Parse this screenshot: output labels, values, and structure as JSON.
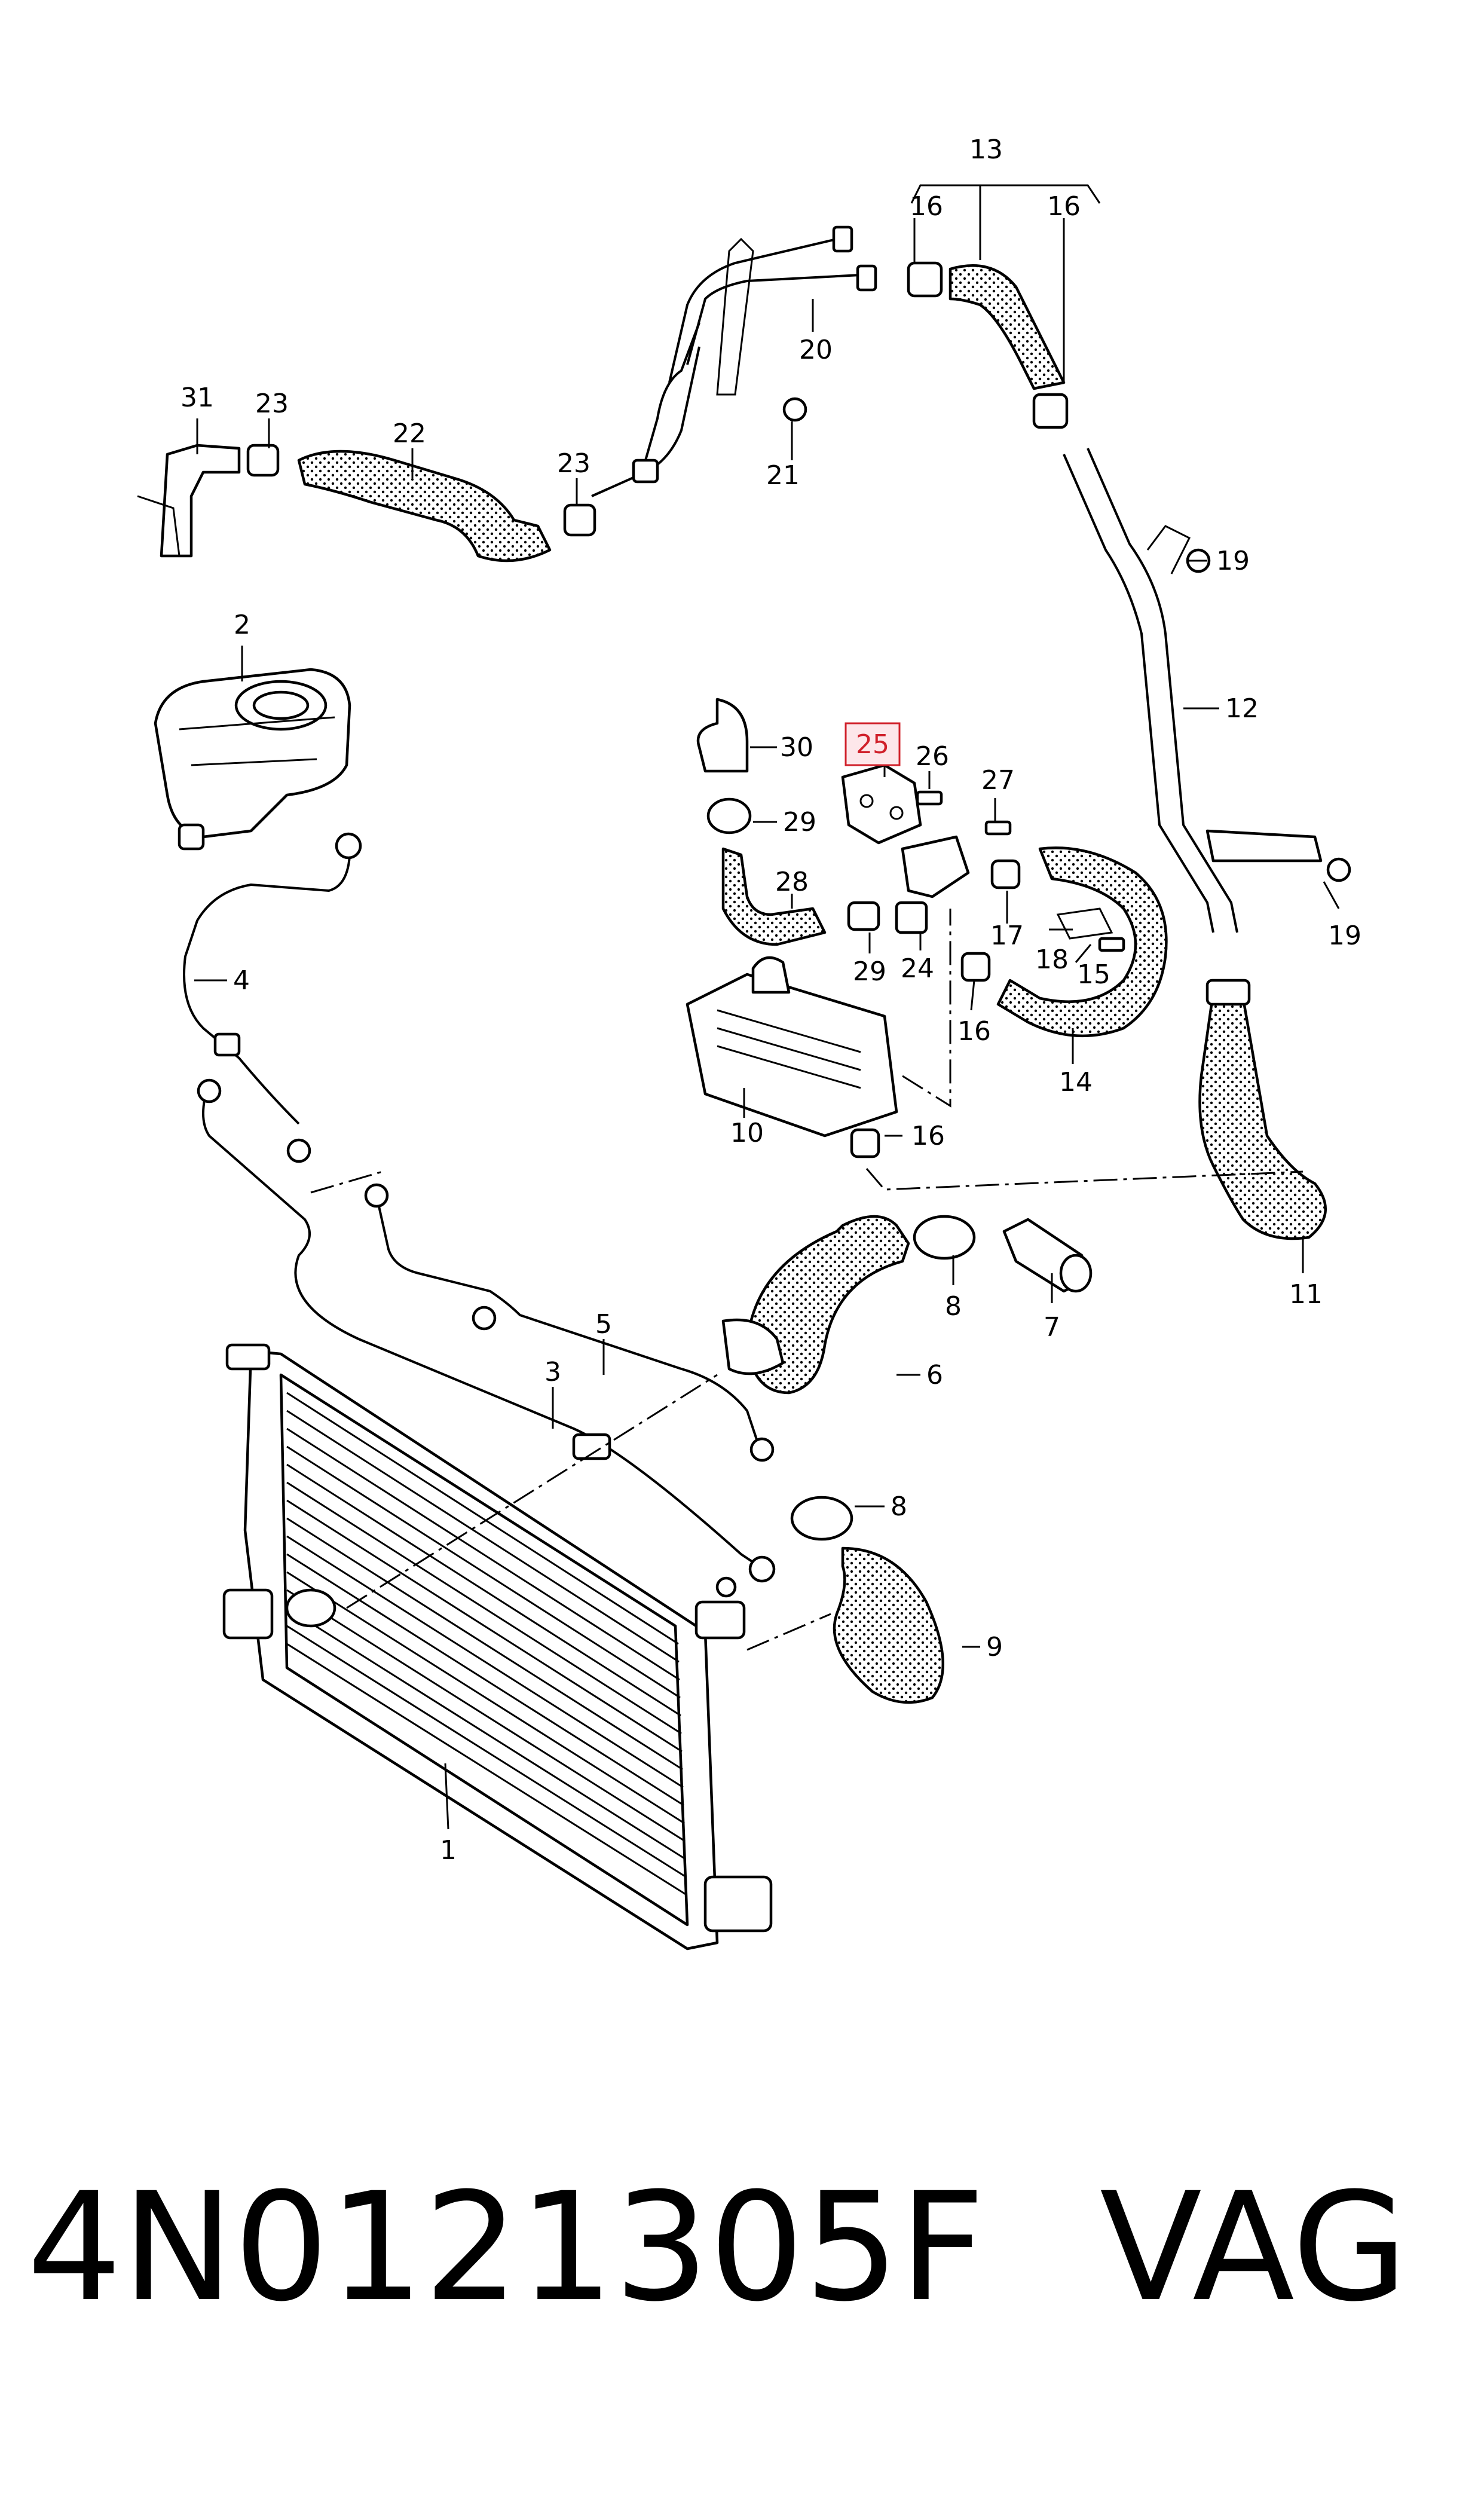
{
  "diagram": {
    "callouts": [
      {
        "id": "c1",
        "label": "1"
      },
      {
        "id": "c2",
        "label": "2"
      },
      {
        "id": "c3",
        "label": "3"
      },
      {
        "id": "c4",
        "label": "4"
      },
      {
        "id": "c5",
        "label": "5"
      },
      {
        "id": "c6",
        "label": "6"
      },
      {
        "id": "c7",
        "label": "7"
      },
      {
        "id": "c8a",
        "label": "8"
      },
      {
        "id": "c8b",
        "label": "8"
      },
      {
        "id": "c9",
        "label": "9"
      },
      {
        "id": "c10",
        "label": "10"
      },
      {
        "id": "c11",
        "label": "11"
      },
      {
        "id": "c12",
        "label": "12"
      },
      {
        "id": "c13",
        "label": "13"
      },
      {
        "id": "c14",
        "label": "14"
      },
      {
        "id": "c15",
        "label": "15"
      },
      {
        "id": "c16a",
        "label": "16"
      },
      {
        "id": "c16b",
        "label": "16"
      },
      {
        "id": "c16c",
        "label": "16"
      },
      {
        "id": "c16d",
        "label": "16"
      },
      {
        "id": "c17",
        "label": "17"
      },
      {
        "id": "c18",
        "label": "18"
      },
      {
        "id": "c19a",
        "label": "19"
      },
      {
        "id": "c19b",
        "label": "19"
      },
      {
        "id": "c20",
        "label": "20"
      },
      {
        "id": "c21",
        "label": "21"
      },
      {
        "id": "c22",
        "label": "22"
      },
      {
        "id": "c23a",
        "label": "23"
      },
      {
        "id": "c23b",
        "label": "23"
      },
      {
        "id": "c24",
        "label": "24"
      },
      {
        "id": "c25",
        "label": "25",
        "highlighted": true
      },
      {
        "id": "c26",
        "label": "26"
      },
      {
        "id": "c27",
        "label": "27"
      },
      {
        "id": "c28",
        "label": "28"
      },
      {
        "id": "c29a",
        "label": "29"
      },
      {
        "id": "c29b",
        "label": "29"
      },
      {
        "id": "c30",
        "label": "30"
      },
      {
        "id": "c31",
        "label": "31"
      }
    ],
    "highlight_color": "#d0202a"
  },
  "footer": {
    "part_number": "4N0121305F",
    "brand": "VAG"
  }
}
